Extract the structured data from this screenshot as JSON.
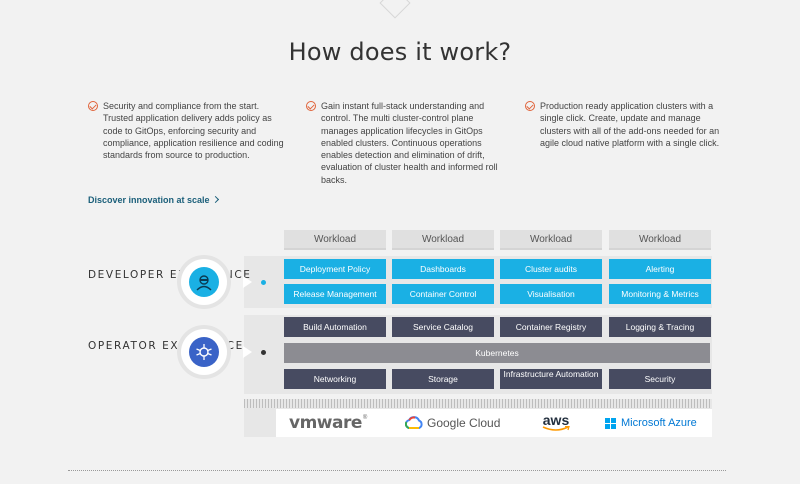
{
  "heading": "How does it work?",
  "columns": [
    {
      "text": "Security and compliance from the start. Trusted application delivery adds policy as code to GitOps, enforcing security and compliance, application resilience and coding standards from source to production."
    },
    {
      "text": "Gain instant full-stack understanding and control. The multi cluster-control plane manages application lifecycles in GitOps enabled clusters. Continuous operations enables detection and elimination of drift, evaluation of cluster health and informed roll backs."
    },
    {
      "text": "Production ready application clusters with a single click. Create, update and manage clusters with all of the add-ons needed for an agile cloud native platform with a single click."
    }
  ],
  "discover_link": "Discover innovation at scale",
  "diagram": {
    "workloads": [
      "Workload",
      "Workload",
      "Workload",
      "Workload"
    ],
    "developer_label": "DEVELOPER EXPERIENCE",
    "operator_label": "OPERATOR EXPERIENCE",
    "dev_row1": [
      "Deployment Policy",
      "Dashboards",
      "Cluster audits",
      "Alerting"
    ],
    "dev_row2": [
      "Release Management",
      "Container Control",
      "Visualisation",
      "Monitoring & Metrics"
    ],
    "op_row1": [
      "Build Automation",
      "Service Catalog",
      "Container Registry",
      "Logging & Tracing"
    ],
    "kubernetes": "Kubernetes",
    "op_row2": [
      "Networking",
      "Storage",
      "Infrastructure Automation",
      "Security"
    ],
    "clouds": [
      "vmware",
      "Google Cloud",
      "aws",
      "Microsoft Azure"
    ],
    "colors": {
      "blue": "#1ab0e4",
      "dark": "#474b61",
      "kube": "#8c8c92",
      "accent": "#e0633a"
    }
  }
}
